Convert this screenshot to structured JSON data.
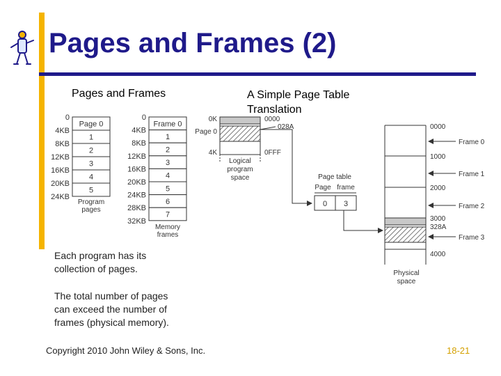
{
  "title": "Pages and Frames (2)",
  "left_heading": "Pages and Frames",
  "right_heading": [
    "A Simple Page Table",
    "Translation"
  ],
  "bullets": [
    [
      "Each  program has its",
      "collection of pages."
    ],
    [
      "The total number of pages",
      "can exceed the number of",
      "frames (physical memory)."
    ]
  ],
  "footer": "Copyright 2010 John Wiley & Sons, Inc.",
  "page_number": "18-21",
  "program_pages": {
    "addresses": [
      "0",
      "4KB",
      "8KB",
      "12KB",
      "16KB",
      "20KB",
      "24KB"
    ],
    "cells": [
      "Page 0",
      "1",
      "2",
      "3",
      "4",
      "5"
    ],
    "caption": [
      "Program",
      "pages"
    ]
  },
  "memory_frames": {
    "addresses": [
      "0",
      "4KB",
      "8KB",
      "12KB",
      "16KB",
      "20KB",
      "24KB",
      "28KB",
      "32KB"
    ],
    "cells": [
      "Frame 0",
      "1",
      "2",
      "3",
      "4",
      "5",
      "6",
      "7"
    ],
    "caption": [
      "Memory",
      "frames"
    ]
  },
  "logical_space": {
    "left_labels": [
      "0K",
      "Page 0",
      "4K"
    ],
    "right_labels": [
      "0000",
      "028A",
      "0FFF"
    ],
    "caption": [
      "Logical",
      "program",
      "space"
    ]
  },
  "page_table": {
    "caption": "Page table",
    "headers": [
      "Page",
      "frame"
    ],
    "values": [
      "0",
      "3"
    ]
  },
  "physical_space": {
    "addresses": [
      "0000",
      "1000",
      "2000",
      "3000",
      "328A",
      "4000"
    ],
    "frame_labels": [
      "Frame 0",
      "Frame 1",
      "Frame 2",
      "Frame 3"
    ],
    "caption": [
      "Physical",
      "space"
    ]
  },
  "colors": {
    "title": "#1f1a8a",
    "accent_bar": "#f5b400",
    "page_number": "#d4a000",
    "diagram_text": "#333333"
  }
}
